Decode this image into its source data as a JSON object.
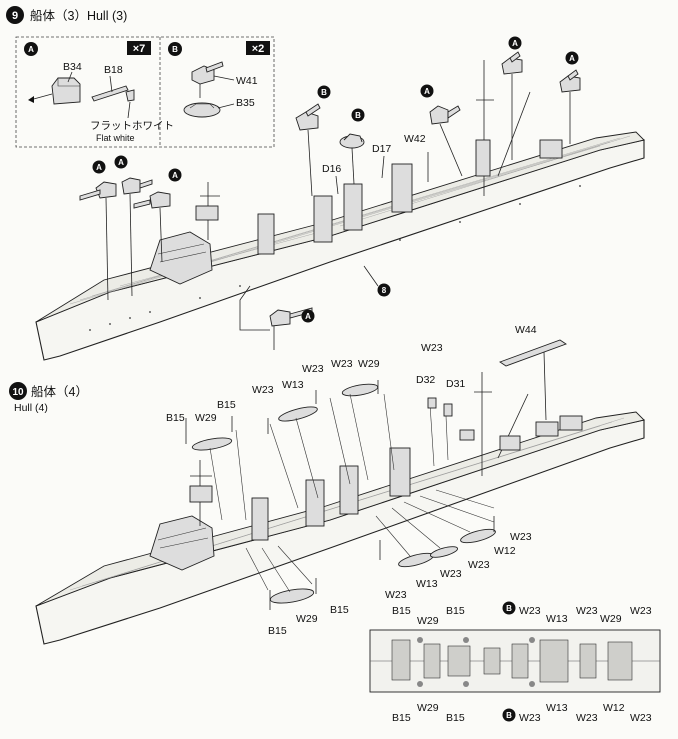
{
  "step9": {
    "number": "9",
    "title": "船体（3）Hull (3)"
  },
  "step10": {
    "number": "10",
    "title_jp": "船体（4）",
    "title_en": "Hull (4)"
  },
  "inset": {
    "a_badge": "A",
    "a_qty": "×7",
    "a_parts": [
      "B34",
      "B18"
    ],
    "a_note_jp": "フラットホワイト",
    "a_note_en": "Flat white",
    "b_badge": "B",
    "b_qty": "×2",
    "b_parts": [
      "W41",
      "B35"
    ]
  },
  "callouts9": {
    "turretA": "A",
    "turretB": "B",
    "subassy": "8",
    "D16": "D16",
    "D17": "D17",
    "W42": "W42"
  },
  "labels10_top": [
    "W44",
    "W23",
    "W13",
    "W23",
    "W23",
    "W29",
    "W23",
    "D32",
    "D31",
    "B15",
    "W29",
    "B15"
  ],
  "labels10_bottom": [
    "W23",
    "W12",
    "W23",
    "W23",
    "W13",
    "W23",
    "B15",
    "W29",
    "B15"
  ],
  "plan_view": {
    "top_left": [
      "B15",
      "W29",
      "B15"
    ],
    "top_right": [
      "B",
      "W23",
      "W13",
      "W23",
      "W29",
      "W23"
    ],
    "bottom_left": [
      "B15",
      "W29",
      "B15"
    ],
    "bottom_right": [
      "B",
      "W23",
      "W13",
      "W23",
      "W12",
      "W23"
    ]
  }
}
